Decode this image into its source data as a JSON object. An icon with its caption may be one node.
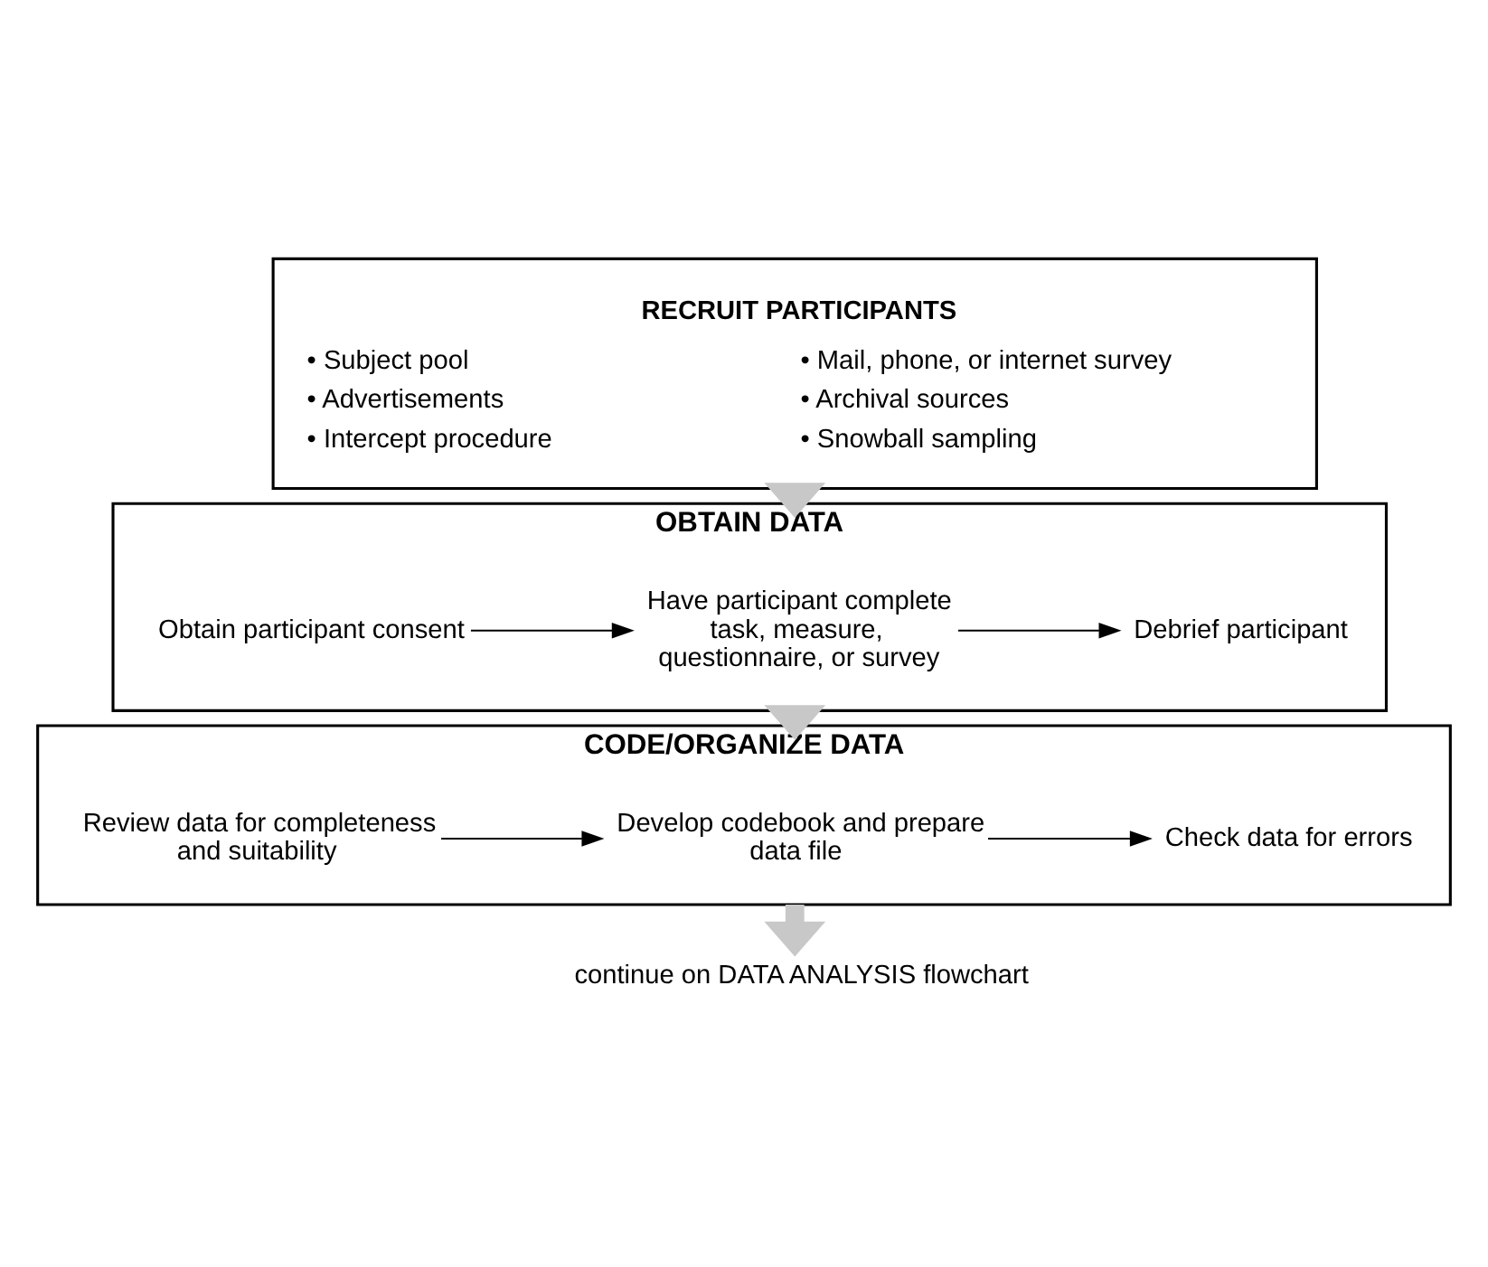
{
  "diagram": {
    "nodes": [
      {
        "text": [
          "RECRUIT PARTICIPANTS",
          "• Subject pool",
          "• Advertisements",
          "• Intercept procedure",
          "• Mail, phone, or internet survey",
          "• Archival sources",
          "• Snowball sampling"
        ]
      },
      {
        "text": [
          "OBTAIN DATA"
        ]
      },
      {
        "text": [
          "Obtain participant consent"
        ],
        "in": 1
      },
      {
        "text": [
          "Have participant complete task, measure, questionnaire, or survey"
        ],
        "in": 1
      },
      {
        "text": [
          "Debrief participant"
        ],
        "in": 1
      },
      {
        "text": [
          "CODE/ORGANIZE DATA"
        ]
      },
      {
        "text": [
          "Review data for completeness and suitability"
        ],
        "in": 5
      },
      {
        "text": [
          "Develop codebook and prepare data file"
        ],
        "in": 5
      },
      {
        "text": [
          "Check data for errors"
        ],
        "in": 5
      },
      {
        "text": [
          "continue on DATA ANALYSIS flowchart"
        ]
      }
    ],
    "edges": [
      {
        "from": 0,
        "to": 1,
        "arrow": "to",
        "style": "thick",
        "color": "#c8c8c8"
      },
      {
        "from": 2,
        "to": 3,
        "arrow": "to"
      },
      {
        "from": 3,
        "to": 4,
        "arrow": "to"
      },
      {
        "from": 1,
        "to": 5,
        "arrow": "to",
        "style": "thick",
        "color": "#c8c8c8"
      },
      {
        "from": 6,
        "to": 7,
        "arrow": "to"
      },
      {
        "from": 7,
        "to": 8,
        "arrow": "to"
      },
      {
        "from": 5,
        "to": 9,
        "arrow": "to",
        "style": "thick",
        "color": "#c8c8c8"
      }
    ]
  }
}
